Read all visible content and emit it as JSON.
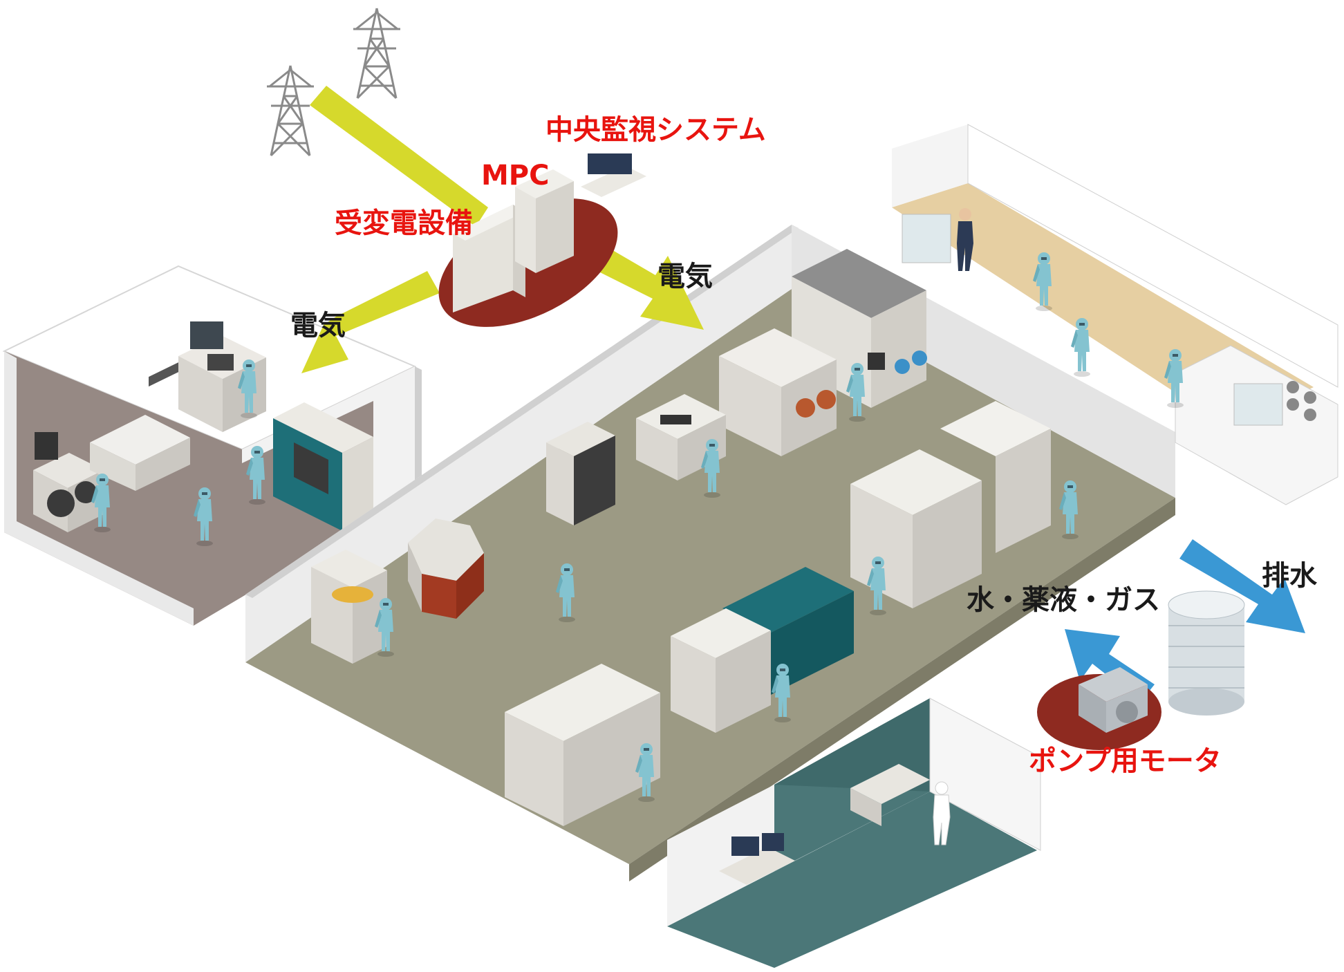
{
  "labels": {
    "central_monitoring": "中央監視システム",
    "mpc": "MPC",
    "substation": "受変電設備",
    "electricity_left": "電気",
    "electricity_right": "電気",
    "drainage": "排水",
    "water_chem_gas": "水・薬液・ガス",
    "pump_motor": "ポンプ用モータ"
  },
  "colors": {
    "label_red": "#e8140f",
    "power_arrow": "#d6d92c",
    "water_arrow": "#3a98d4",
    "equipment_base": "#8e2a20",
    "main_floor": "#9c9a84",
    "left_room_floor": "#968984",
    "bottom_room_floor": "#4b7778",
    "corridor_floor": "#e6cfa2",
    "teal_equipment": "#1e6f78",
    "cleanroom_suit": "#84c3d0"
  }
}
